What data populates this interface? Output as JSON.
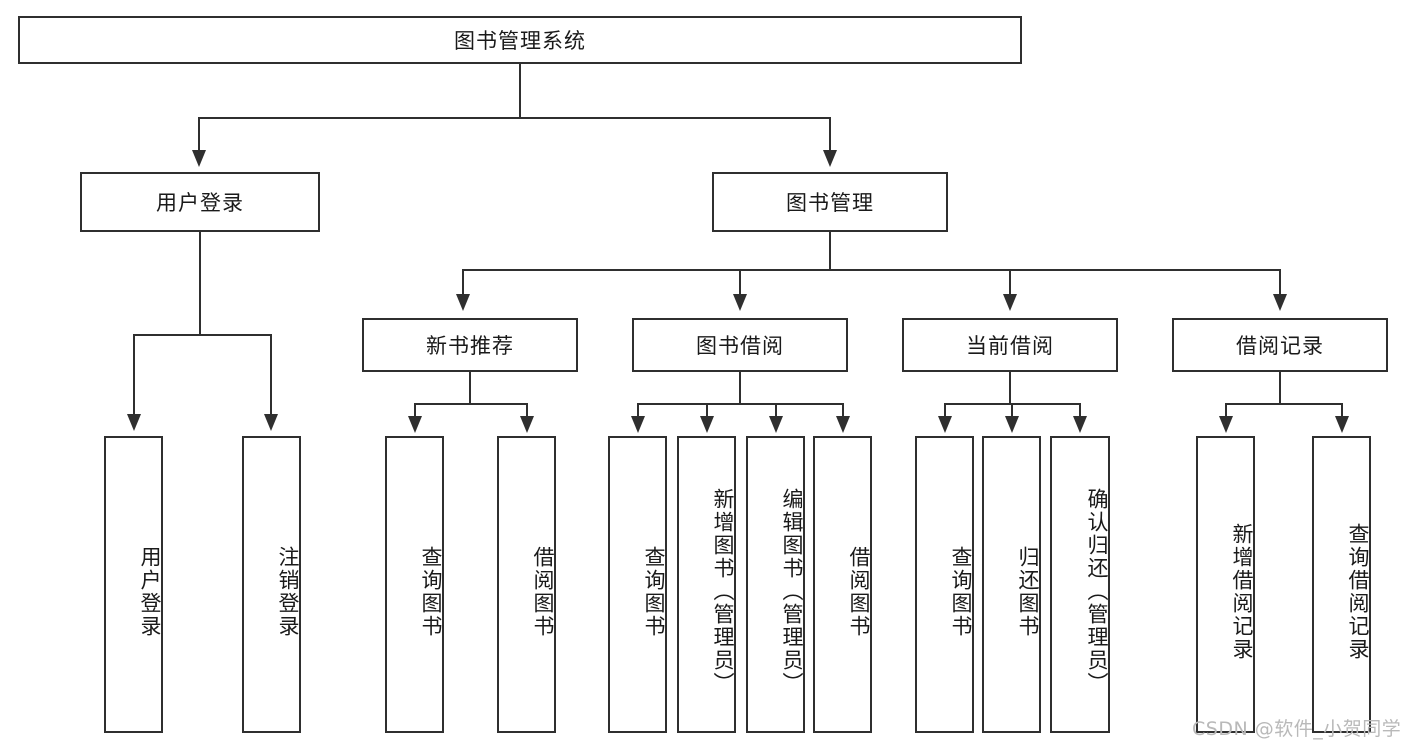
{
  "diagram": {
    "type": "tree",
    "title_node": {
      "label": "图书管理系统"
    },
    "level1": [
      {
        "id": "user-login",
        "label": "用户登录"
      },
      {
        "id": "book-manage",
        "label": "图书管理"
      }
    ],
    "level2": [
      {
        "id": "new-book-recommend",
        "label": "新书推荐",
        "parent": "book-manage"
      },
      {
        "id": "book-borrow",
        "label": "图书借阅",
        "parent": "book-manage"
      },
      {
        "id": "current-borrow",
        "label": "当前借阅",
        "parent": "book-manage"
      },
      {
        "id": "borrow-record",
        "label": "借阅记录",
        "parent": "book-manage"
      }
    ],
    "leaves": {
      "user_login": [
        {
          "id": "leaf-user-login",
          "label": "用户登录"
        },
        {
          "id": "leaf-logout-login",
          "label": "注销登录"
        }
      ],
      "new_book_recommend": [
        {
          "id": "leaf-query-book-1",
          "label": "查询图书"
        },
        {
          "id": "leaf-borrow-book-1",
          "label": "借阅图书"
        }
      ],
      "book_borrow": [
        {
          "id": "leaf-query-book-2",
          "label": "查询图书"
        },
        {
          "id": "leaf-add-book",
          "label": "新增图书（管理员）"
        },
        {
          "id": "leaf-edit-book",
          "label": "编辑图书（管理员）"
        },
        {
          "id": "leaf-borrow-book-2",
          "label": "借阅图书"
        }
      ],
      "current_borrow": [
        {
          "id": "leaf-query-book-3",
          "label": "查询图书"
        },
        {
          "id": "leaf-return-book",
          "label": "归还图书"
        },
        {
          "id": "leaf-confirm-return",
          "label": "确认归还（管理员）"
        }
      ],
      "borrow_record": [
        {
          "id": "leaf-add-record",
          "label": "新增借阅记录"
        },
        {
          "id": "leaf-query-record",
          "label": "查询借阅记录"
        }
      ]
    }
  },
  "watermark": {
    "text": "CSDN @软件_小贺同学"
  },
  "colors": {
    "stroke": "#2f2f2f",
    "fill": "#ffffff",
    "text": "#1a1a1a",
    "watermark": "#b9b9b9"
  }
}
